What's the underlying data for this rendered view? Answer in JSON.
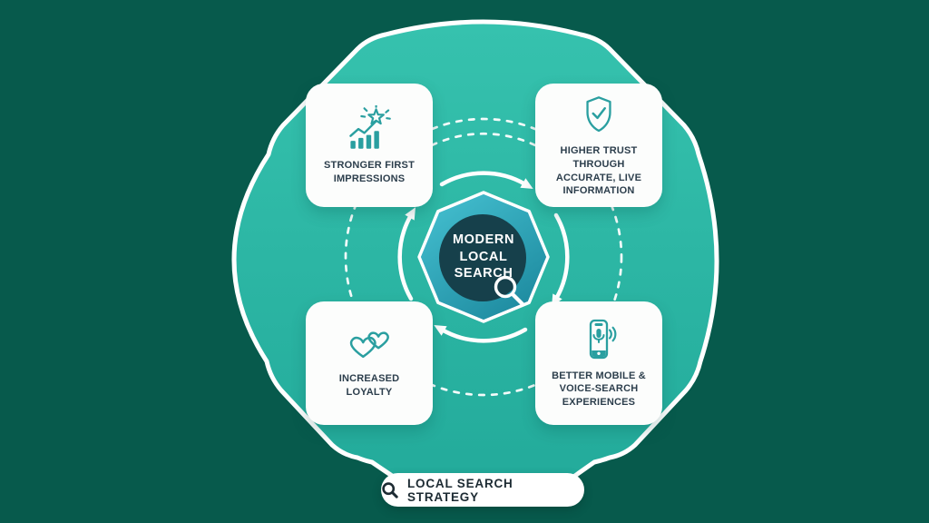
{
  "colors": {
    "background": "#075a4c",
    "blob_teal_top": "#34c1ae",
    "blob_teal_bottom": "#24ad9c",
    "card_background": "#fcfdfc",
    "icon_teal": "#2a9fa0",
    "card_text": "#2c3e4c",
    "hub_octagon_light": "#47c3d3",
    "hub_octagon_dark": "#1e90a3",
    "hub_circle": "#16404b",
    "outline_white": "#ffffff",
    "pill_text": "#1d2b33"
  },
  "center": {
    "title": "MODERN\nLOCAL\nSEARCH",
    "icon": "search-icon"
  },
  "cards": [
    {
      "id": "first-impressions",
      "icon": "star-growth-chart-icon",
      "label": "STRONGER FIRST\nIMPRESSIONS"
    },
    {
      "id": "trust",
      "icon": "shield-check-icon",
      "label": "HIGHER TRUST THROUGH\nACCURATE, LIVE\nINFORMATION"
    },
    {
      "id": "loyalty",
      "icon": "double-hearts-icon",
      "label": "INCREASED\nLOYALTY"
    },
    {
      "id": "mobile-voice",
      "icon": "phone-voice-search-icon",
      "label": "BETTER MOBILE &\nVOICE-SEARCH\nEXPERIENCES"
    }
  ],
  "footer": {
    "icon": "search-icon",
    "label": "LOCAL SEARCH STRATEGY"
  }
}
